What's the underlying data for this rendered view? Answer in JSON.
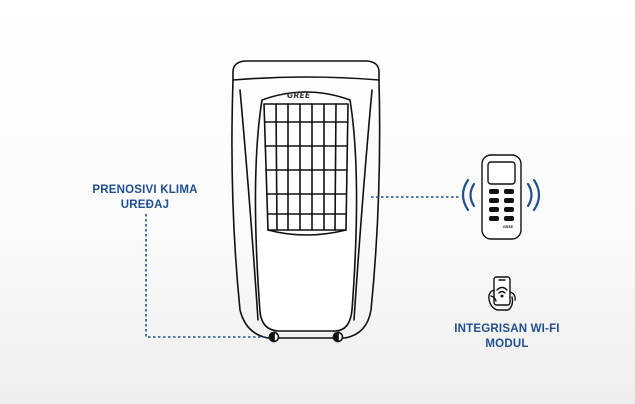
{
  "brand": {
    "logo_text": "GREE"
  },
  "labels": {
    "portable_ac_line1": "PRENOSIVI KLIMA",
    "portable_ac_line2": "UREĐAJ",
    "wifi_line1": "INTEGRISAN WI-FI",
    "wifi_line2": "MODUL"
  },
  "colors": {
    "accent": "#1f4f8f",
    "outline": "#111111"
  },
  "icons": {
    "unit": "portable-air-conditioner-icon",
    "remote": "remote-control-icon",
    "signal": "signal-waves-icon",
    "phone": "hand-phone-wifi-icon"
  }
}
